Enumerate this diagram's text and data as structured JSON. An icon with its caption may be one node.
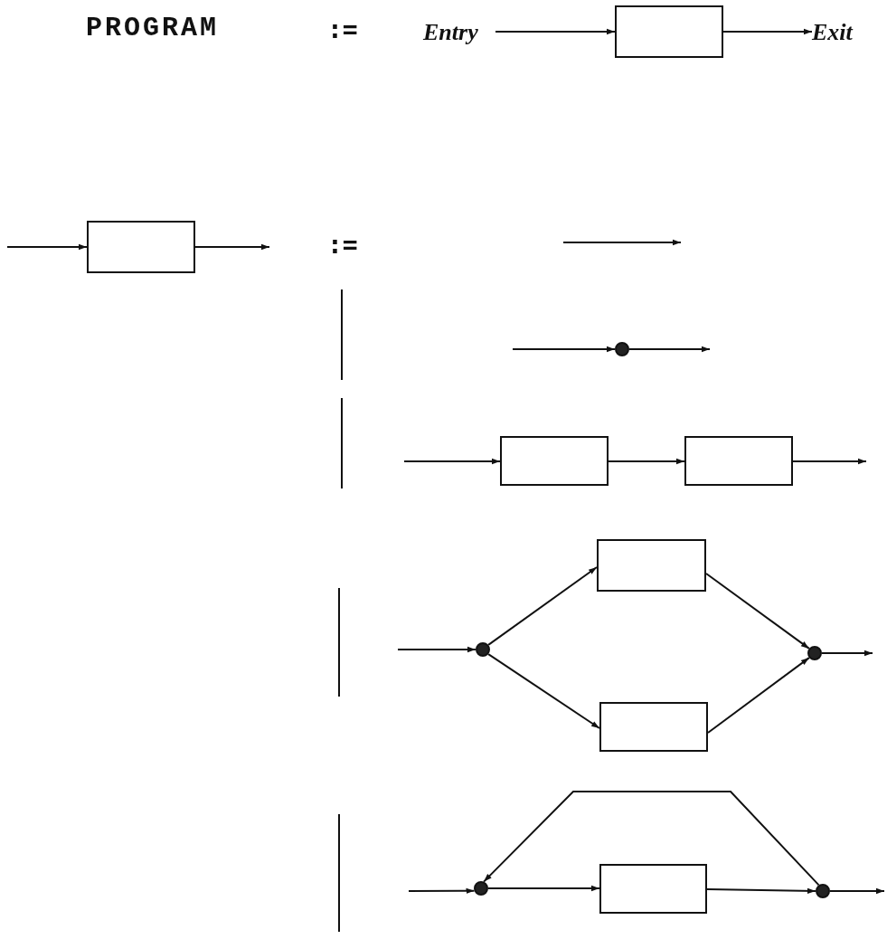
{
  "diagram": {
    "nodes": [
      {
        "text": [
          "Entry"
        ]
      },
      {
        "text": [],
        "shape": "box"
      },
      {
        "text": [
          "Exit"
        ]
      },
      {
        "text": [],
        "shape": "box"
      },
      {
        "text": [],
        "shape": "circle"
      },
      {
        "text": [],
        "shape": "box"
      },
      {
        "text": [],
        "shape": "box"
      },
      {
        "text": [],
        "shape": "circle"
      },
      {
        "text": [],
        "shape": "box"
      },
      {
        "text": [],
        "shape": "box"
      },
      {
        "text": [],
        "shape": "circle"
      },
      {
        "text": [],
        "shape": "circle"
      },
      {
        "text": [],
        "shape": "box"
      },
      {
        "text": [],
        "shape": "circle"
      }
    ],
    "edges": [
      {
        "from": 0,
        "to": 1,
        "arrow": "to"
      },
      {
        "from": 1,
        "to": 2,
        "arrow": "to"
      },
      {
        "from": null,
        "to": 3,
        "arrow": "to"
      },
      {
        "from": 3,
        "to": null,
        "arrow": "to"
      },
      {
        "from": null,
        "to": 4,
        "arrow": "to"
      },
      {
        "from": 4,
        "to": null,
        "arrow": "to"
      },
      {
        "from": null,
        "to": 5,
        "arrow": "to"
      },
      {
        "from": 5,
        "to": 6,
        "arrow": "to"
      },
      {
        "from": 6,
        "to": null,
        "arrow": "to"
      },
      {
        "from": null,
        "to": 7,
        "arrow": "to"
      },
      {
        "from": 7,
        "to": 8,
        "arrow": "to"
      },
      {
        "from": 7,
        "to": 9,
        "arrow": "to"
      },
      {
        "from": 8,
        "to": 10,
        "arrow": "to"
      },
      {
        "from": 9,
        "to": 10,
        "arrow": "to"
      },
      {
        "from": 10,
        "to": null,
        "arrow": "to"
      },
      {
        "from": null,
        "to": 11,
        "arrow": "to"
      },
      {
        "from": 11,
        "to": 12,
        "arrow": "to"
      },
      {
        "from": 12,
        "to": 13,
        "arrow": "to"
      },
      {
        "from": 13,
        "to": 11,
        "arrow": "to"
      },
      {
        "from": 13,
        "to": null,
        "arrow": "to"
      }
    ],
    "labels": [
      "PROGRAM",
      ":=",
      ":="
    ]
  }
}
